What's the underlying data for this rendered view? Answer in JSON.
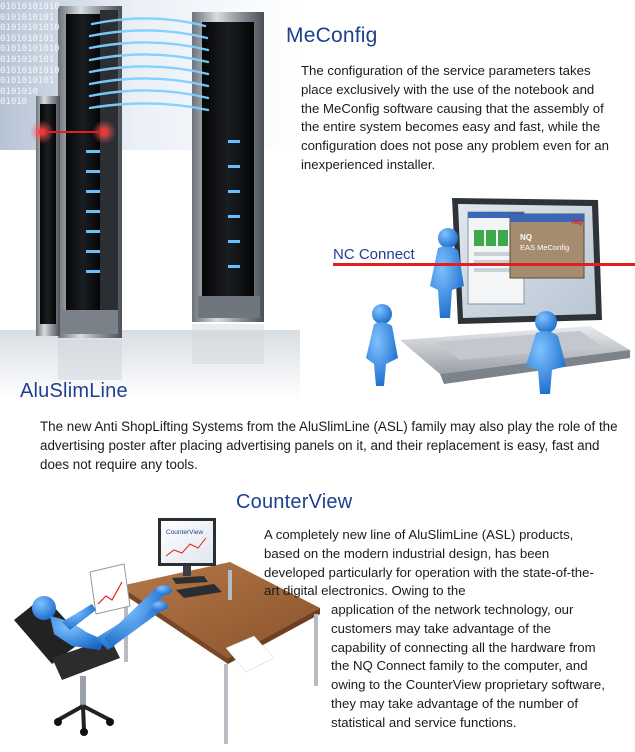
{
  "sections": {
    "meconfig": {
      "title": "MeConfig",
      "text": "The configuration of the service parameters takes place exclusively with the use of the notebook and the MeConfig software causing that the assembly of the entire system becomes easy and fast, while the configuration does not pose any problem even for an inexperienced installer."
    },
    "nc_connect": {
      "label": "NC Connect",
      "screen_logo": "EAS MeConfig",
      "screen_brand": "NQ"
    },
    "aluslimline": {
      "title": "AluSlimLine",
      "text": "The new Anti ShopLifting Systems from the AluSlimLine (ASL) family may also play the role of the advertising poster after placing advertising panels on it, and their replacement is easy, fast and does not require any tools."
    },
    "counterview": {
      "title": "CounterView",
      "text_top": "A completely new line of AluSlimLine (ASL) products, based on the modern industrial design, has been developed particularly for operation with the state-of-the-art digital electronics. Owing to the",
      "text_bottom": "application of the network technology, our customers may take advantage of the capability of connecting all the hardware from the NQ Connect family to the computer, and owing to the CounterView proprietary software, they may take advantage of the number of statistical and service functions.",
      "monitor_label": "CounterView"
    },
    "binary_backdrop": [
      "01010101010",
      "0101010101",
      "01010101010",
      "0101010101",
      "01010101010",
      "0101010101",
      "01010101010",
      "0101010101",
      "0101010",
      "01010"
    ]
  },
  "colors": {
    "heading": "#1f3f8f",
    "accent_red": "#e02020",
    "figure_blue": "#2a8ee8",
    "wave_blue": "#7fd0ff",
    "desk_wood": "#a0643a"
  }
}
